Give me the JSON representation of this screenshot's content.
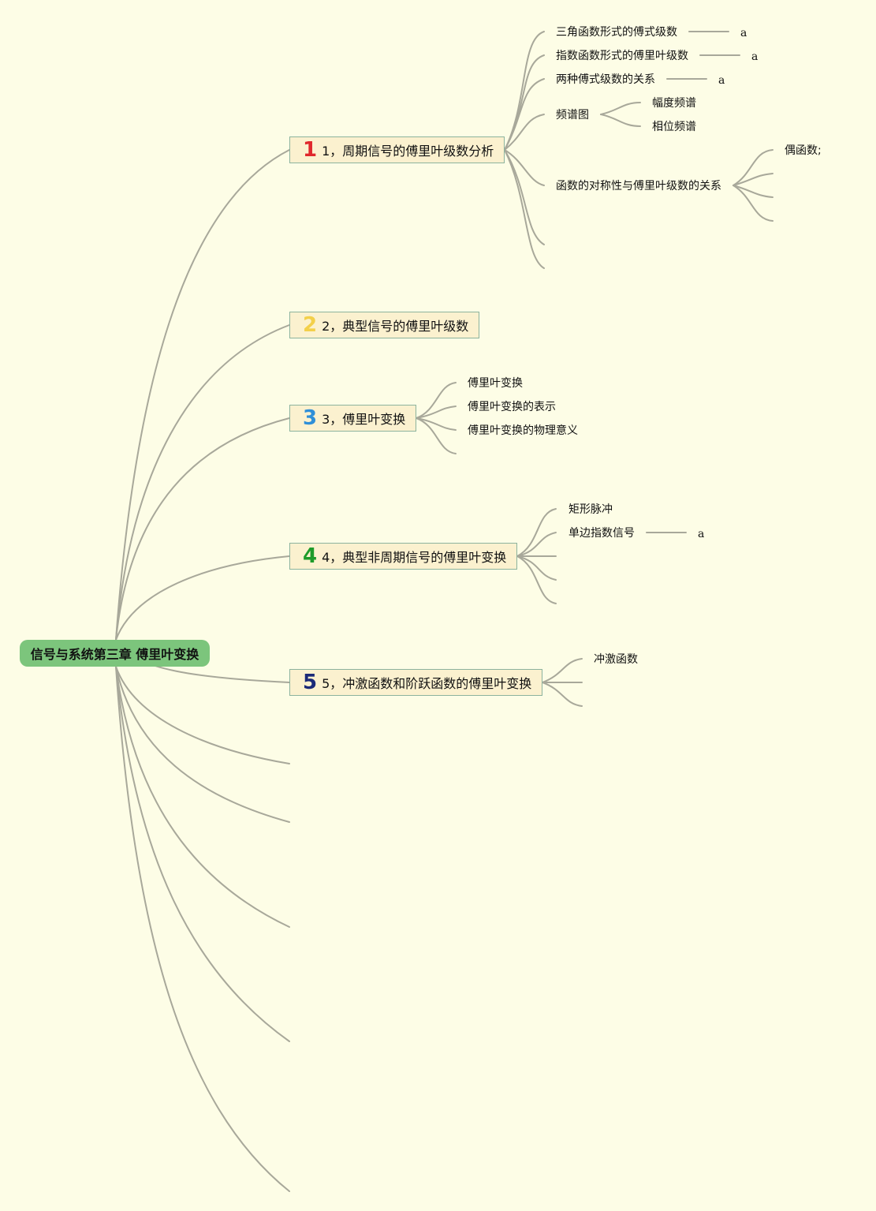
{
  "root": {
    "title": "信号与系统第三章 傅里叶变换"
  },
  "topics": [
    {
      "icon": "1",
      "icon_color": "#e0282c",
      "label": "1，周期信号的傅里叶级数分析"
    },
    {
      "icon": "2",
      "icon_color": "#f3d04a",
      "label": "2，典型信号的傅里叶级数"
    },
    {
      "icon": "3",
      "icon_color": "#2f8fd8",
      "label": "3，傅里叶变换"
    },
    {
      "icon": "4",
      "icon_color": "#1e9b2a",
      "label": "4，典型非周期信号的傅里叶变换"
    },
    {
      "icon": "5",
      "icon_color": "#1b2a78",
      "label": "5，冲激函数和阶跃函数的傅里叶变换"
    }
  ],
  "t1": {
    "trig_series": "三角函数形式的傅式级数",
    "trig_series_note": "a",
    "exp_series": "指数函数形式的傅里叶级数",
    "exp_series_note": "a",
    "relation": "两种傅式级数的关系",
    "relation_note": "a",
    "spectrum": "频谱图",
    "amplitude": "幅度频谱",
    "phase": "相位频谱",
    "symmetry": "函数的对称性与傅里叶级数的关系",
    "even": "偶函数;"
  },
  "t3": {
    "ft": "傅里叶变换",
    "ft_repr": "傅里叶变换的表示",
    "ft_meaning": "傅里叶变换的物理意义"
  },
  "t4": {
    "rect": "矩形脉冲",
    "exp": "单边指数信号",
    "exp_note": "a"
  },
  "t5": {
    "impulse": "冲激函数"
  },
  "colors": {
    "line": "#a8a89a",
    "root": "#7cc57c",
    "topic_bg": "#fbf1cf",
    "background": "#fdfde6"
  }
}
